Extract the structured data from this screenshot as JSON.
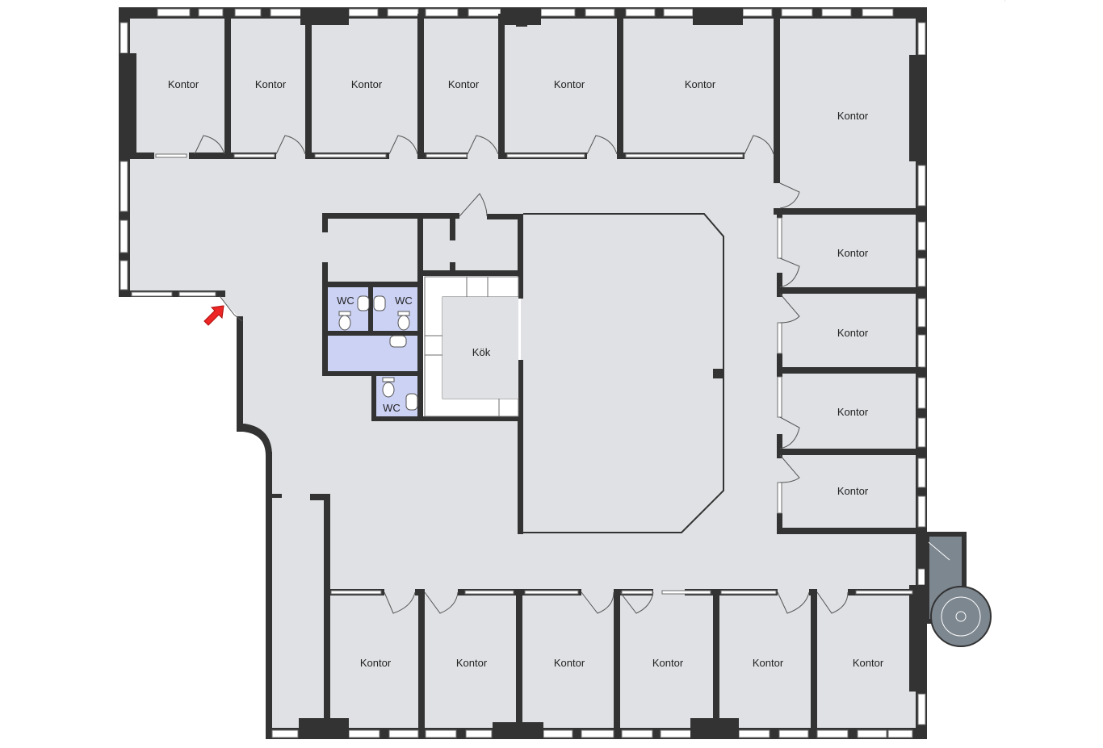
{
  "colors": {
    "floor": "#dfe1e4",
    "wall": "#333333",
    "window_frame": "#ffffff",
    "window_line": "#6e6e6e",
    "wc_floor": "#ccd2f4",
    "stair": "#7d8790",
    "entrance_arrow": "#ee2525",
    "door_line": "#555555"
  },
  "rooms": {
    "office_top_1": "Kontor",
    "office_top_2": "Kontor",
    "office_top_3": "Kontor",
    "office_top_4": "Kontor",
    "office_top_5": "Kontor",
    "office_top_6": "Kontor",
    "office_corner": "Kontor",
    "office_right_1": "Kontor",
    "office_right_2": "Kontor",
    "office_right_3": "Kontor",
    "office_right_4": "Kontor",
    "office_bottom_1": "Kontor",
    "office_bottom_2": "Kontor",
    "office_bottom_3": "Kontor",
    "office_bottom_4": "Kontor",
    "office_bottom_5": "Kontor",
    "office_bottom_6": "Kontor",
    "kitchen": "Kök",
    "wc_1": "WC",
    "wc_2": "WC",
    "wc_3": "WC"
  },
  "icons": {
    "entrance": "entrance-arrow-icon",
    "toilet": "toilet-icon",
    "sink": "sink-icon",
    "door": "door-swing-icon",
    "stair": "spiral-stair-icon"
  }
}
